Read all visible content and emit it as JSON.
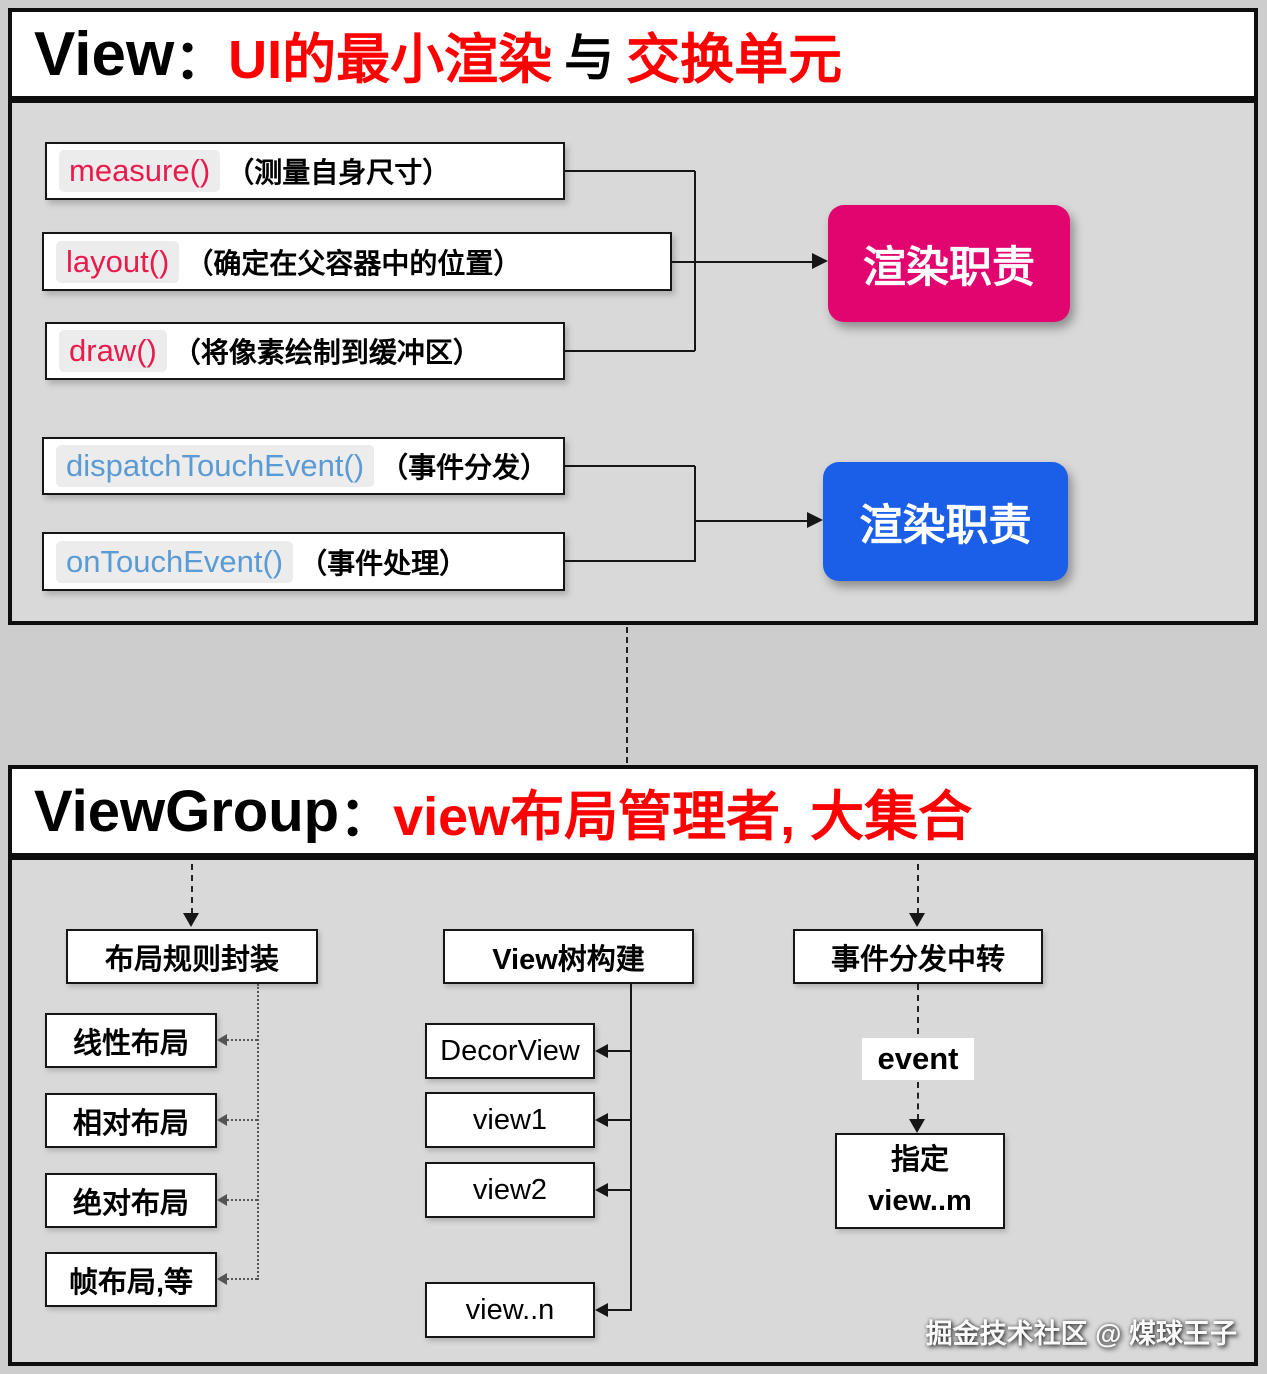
{
  "view_section": {
    "title": {
      "word": "View",
      "colon": "：",
      "red1": "UI的最小渲染",
      "mid": "与",
      "red2": "交换单元"
    },
    "render_methods": [
      {
        "name": "measure()",
        "desc": "（测量自身尺寸）"
      },
      {
        "name": "layout()",
        "desc": "（确定在父容器中的位置）"
      },
      {
        "name": "draw()",
        "desc": "（将像素绘制到缓冲区）"
      }
    ],
    "render_badge": "渲染职责",
    "event_methods": [
      {
        "name": "dispatchTouchEvent()",
        "desc": "（事件分发）"
      },
      {
        "name": "onTouchEvent()",
        "desc": "（事件处理）"
      }
    ],
    "event_badge": "渲染职责"
  },
  "viewgroup_section": {
    "title": {
      "word": "ViewGroup",
      "colon": "：",
      "red": "view布局管理者, 大集合"
    },
    "layout_column": {
      "header": "布局规则封装",
      "items": [
        "线性布局",
        "相对布局",
        "绝对布局",
        "帧布局,等"
      ]
    },
    "tree_column": {
      "header": "View树构建",
      "items": [
        "DecorView",
        "view1",
        "view2",
        "view..n"
      ]
    },
    "event_column": {
      "header": "事件分发中转",
      "event_label": "event",
      "target": "指定\nview..m"
    }
  },
  "watermark": "掘金技术社区 @ 煤球王子",
  "colors": {
    "title_red": "#ff0000",
    "method_red": "#e81b4d",
    "method_blue": "#5b9bd5",
    "badge_pink": "#e20570",
    "badge_blue": "#1b5fe8",
    "panel_gray": "#d9d9d9"
  }
}
